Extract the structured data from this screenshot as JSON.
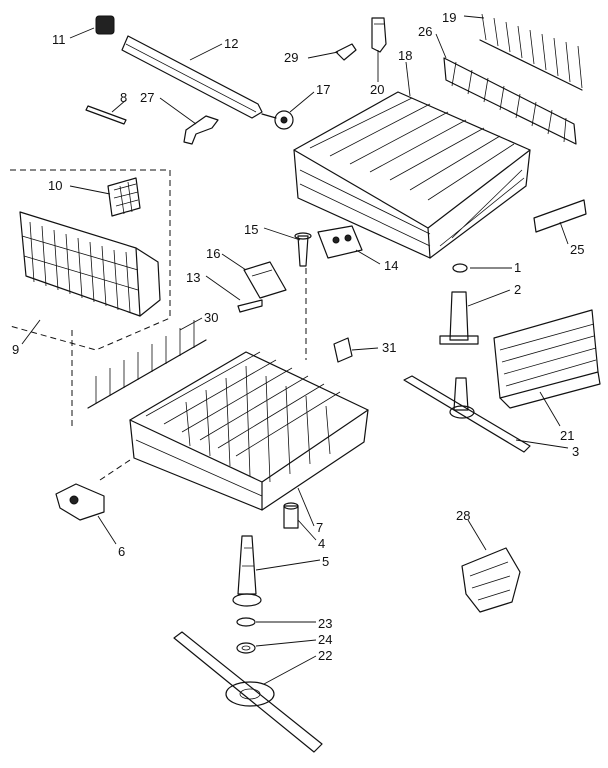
{
  "callouts": [
    {
      "id": "11",
      "text": "11"
    },
    {
      "id": "12",
      "text": "12"
    },
    {
      "id": "8",
      "text": "8"
    },
    {
      "id": "27",
      "text": "27"
    },
    {
      "id": "29",
      "text": "29"
    },
    {
      "id": "20",
      "text": "20"
    },
    {
      "id": "17",
      "text": "17"
    },
    {
      "id": "18",
      "text": "18"
    },
    {
      "id": "26",
      "text": "26"
    },
    {
      "id": "19",
      "text": "19"
    },
    {
      "id": "10",
      "text": "10"
    },
    {
      "id": "15",
      "text": "15"
    },
    {
      "id": "16",
      "text": "16"
    },
    {
      "id": "14",
      "text": "14"
    },
    {
      "id": "13",
      "text": "13"
    },
    {
      "id": "1",
      "text": "1"
    },
    {
      "id": "2",
      "text": "2"
    },
    {
      "id": "25",
      "text": "25"
    },
    {
      "id": "30",
      "text": "30"
    },
    {
      "id": "9",
      "text": "9"
    },
    {
      "id": "31",
      "text": "31"
    },
    {
      "id": "21",
      "text": "21"
    },
    {
      "id": "3",
      "text": "3"
    },
    {
      "id": "7",
      "text": "7"
    },
    {
      "id": "4",
      "text": "4"
    },
    {
      "id": "6",
      "text": "6"
    },
    {
      "id": "5",
      "text": "5"
    },
    {
      "id": "28",
      "text": "28"
    },
    {
      "id": "23",
      "text": "23"
    },
    {
      "id": "24",
      "text": "24"
    },
    {
      "id": "22",
      "text": "22"
    }
  ]
}
